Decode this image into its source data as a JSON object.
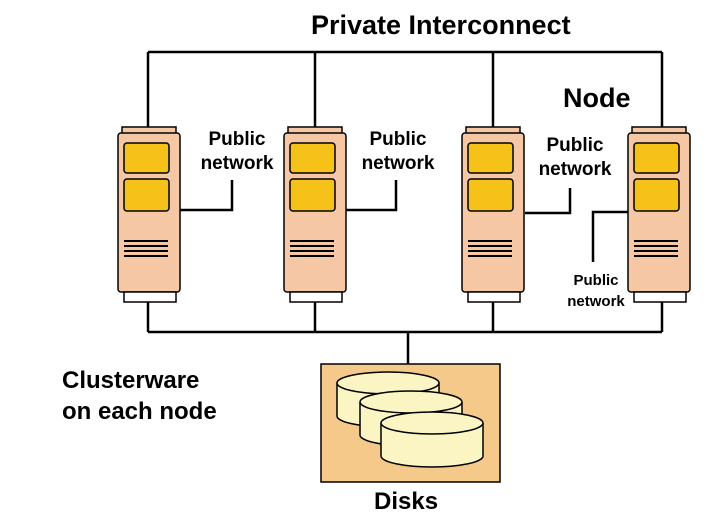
{
  "title": "Private Interconnect",
  "node_label": "Node",
  "clusterware_label": [
    "Clusterware",
    "on each node"
  ],
  "disks_label": "Disks",
  "public_network_labels": [
    [
      "Public",
      "network"
    ],
    [
      "Public",
      "network"
    ],
    [
      "Public",
      "network"
    ],
    [
      "Public",
      "network"
    ]
  ],
  "colors": {
    "background": "#ffffff",
    "node_body": "#f6c7a5",
    "node_slot": "#f6c21a",
    "disk_box": "#f4c98a",
    "disk_cylinder": "#fbf5c4",
    "line": "#000000"
  }
}
